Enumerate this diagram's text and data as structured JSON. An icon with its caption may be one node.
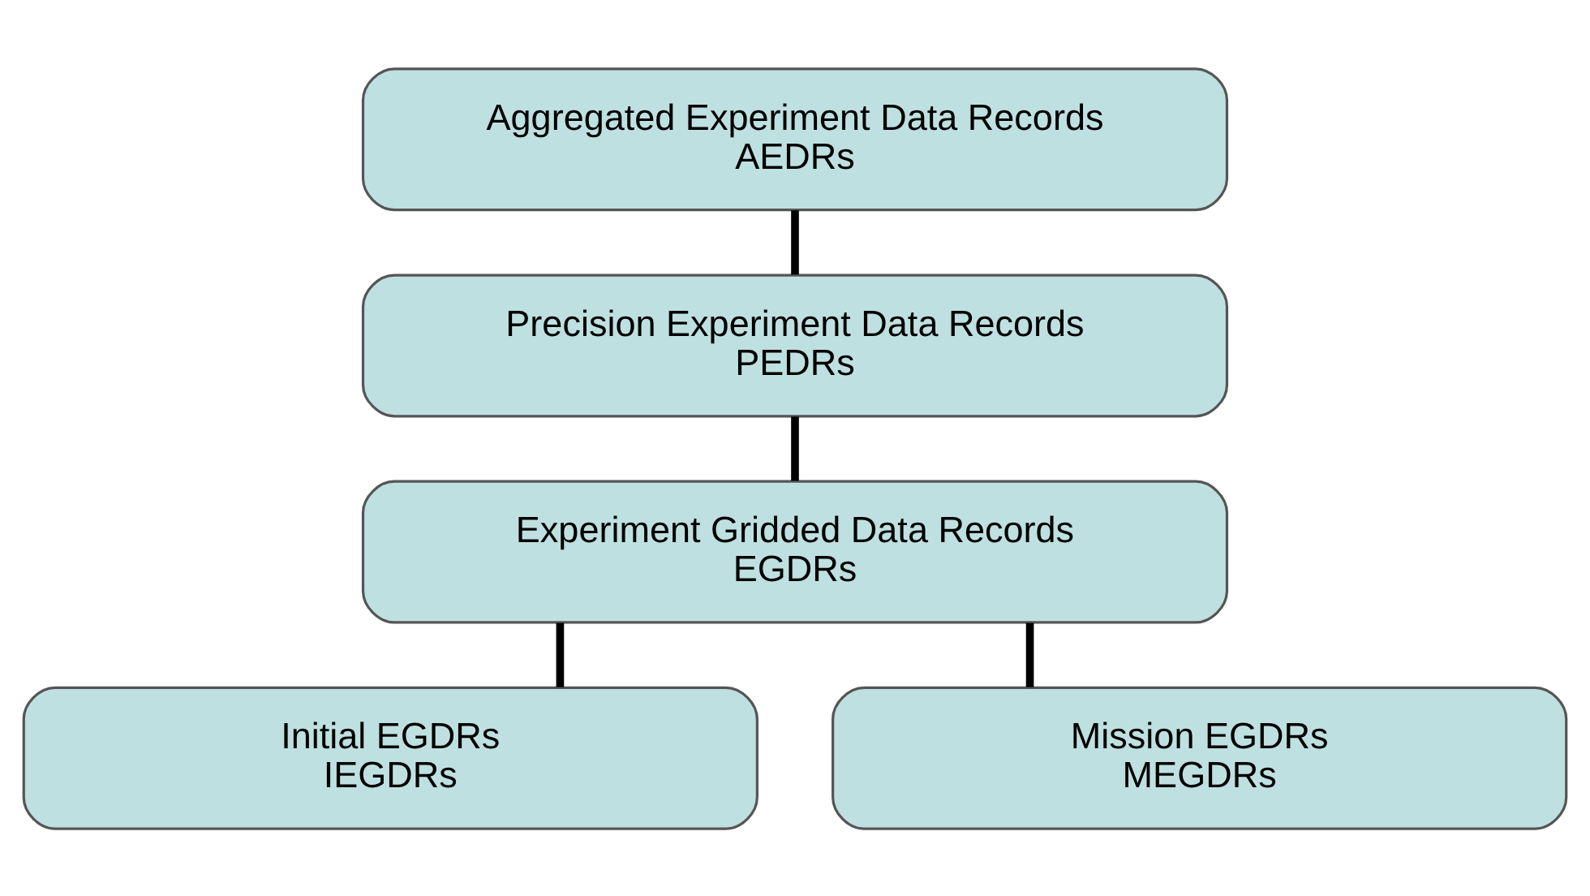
{
  "diagram": {
    "nodes": [
      {
        "text": [
          "Aggregated Experiment Data Records",
          "AEDRs"
        ]
      },
      {
        "text": [
          "Precision Experiment Data Records",
          "PEDRs"
        ]
      },
      {
        "text": [
          "Experiment Gridded Data Records",
          "EGDRs"
        ]
      },
      {
        "text": [
          "Initial EGDRs",
          "IEGDRs"
        ]
      },
      {
        "text": [
          "Mission EGDRs",
          "MEGDRs"
        ]
      }
    ],
    "edges": [
      {
        "from": 0,
        "to": 1,
        "arrow": "none"
      },
      {
        "from": 1,
        "to": 2,
        "arrow": "none"
      },
      {
        "from": 2,
        "to": 3,
        "arrow": "none"
      },
      {
        "from": 2,
        "to": 4,
        "arrow": "none"
      }
    ]
  }
}
